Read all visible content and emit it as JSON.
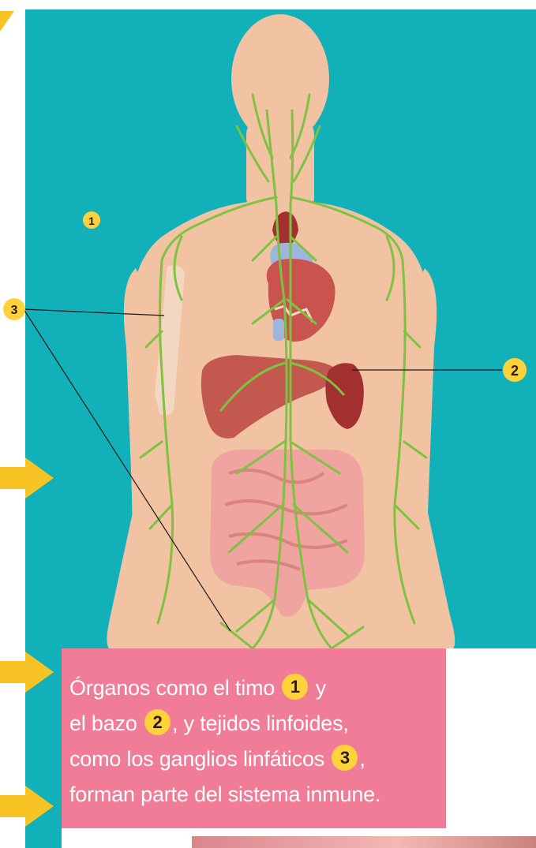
{
  "colors": {
    "background_teal": "#12b1b9",
    "skin": "#f2c3a3",
    "lymph_green": "#7fc241",
    "organ_red": "#a1302f",
    "liver": "#c2584e",
    "intestine": "#efa4a0",
    "caption_pink": "#f07c98",
    "badge_yellow": "#ffd23c",
    "arrow_yellow": "#f7c325"
  },
  "markers": [
    {
      "id": "thymus",
      "number": "1"
    },
    {
      "id": "spleen",
      "number": "2"
    },
    {
      "id": "lymph-nodes",
      "number": "3"
    }
  ],
  "caption": {
    "l1_a": "Órganos como el timo",
    "l1_n": "1",
    "l1_b": "y",
    "l2_a": "el bazo",
    "l2_n": "2",
    "l2_b": ", y tejidos linfoides,",
    "l3_a": "como los ganglios linfáticos",
    "l3_n": "3",
    "l3_b": ",",
    "l4": "forman parte del sistema inmune."
  }
}
